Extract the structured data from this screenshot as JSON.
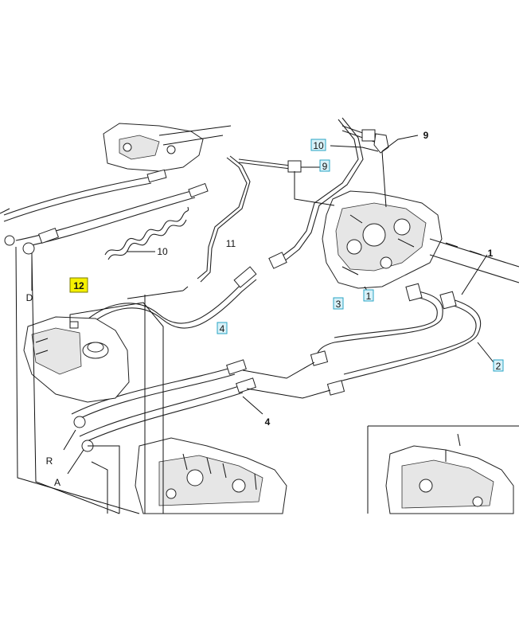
{
  "labels": {
    "l1": "1",
    "l2": "2",
    "l3": "3",
    "l4a": "4",
    "l4b": "4",
    "l9a": "9",
    "l9b": "9",
    "l10a": "10",
    "l10b": "10",
    "l11": "11",
    "l12": "12",
    "lD": "D",
    "lR": "R",
    "lA": "A"
  },
  "colors": {
    "box_fill": "#d8f1f8",
    "box_border": "#27a4c4",
    "highlight_fill": "#f5f000"
  }
}
